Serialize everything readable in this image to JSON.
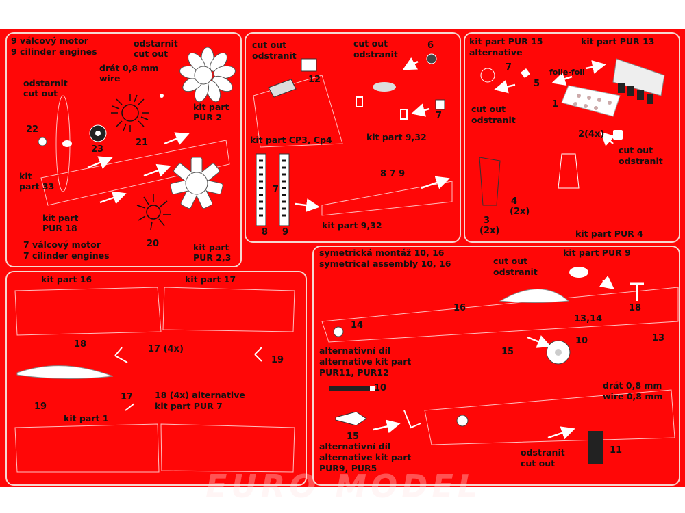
{
  "colors": {
    "sheet": "#ff0707",
    "ink": "#111111",
    "panel_border": "#f6d8d0",
    "part_fill": "#ffffff"
  },
  "panel1": {
    "engine9_cz": "9 válcový motor",
    "engine9_en": "9 cilinder engines",
    "cutout1_cz": "odstarnit",
    "cutout1_en": "cut out",
    "wire_cz": "drát 0,8 mm",
    "wire_en": "wire",
    "cutout2_cz": "odstarnit",
    "cutout2_en": "cut out",
    "kitpart_pur2_a": "kit part",
    "kitpart_pur2_b": "PUR 2",
    "n22": "22",
    "n23": "23",
    "n21": "21",
    "kitpart33_a": "kit",
    "kitpart33_b": "part 33",
    "kitpart_pur18_a": "kit part",
    "kitpart_pur18_b": "PUR 18",
    "engine7_cz": "7 válcový motor",
    "engine7_en": "7 cilinder engines",
    "n20": "20",
    "kitpart_pur23_a": "kit part",
    "kitpart_pur23_b": "PUR 2,3"
  },
  "panel2": {
    "cutout_a_en": "cut out",
    "cutout_a_cz": "odstranit",
    "n12": "12",
    "cutout_b_en": "cut out",
    "cutout_b_cz": "odstranit",
    "n6": "6",
    "n7": "7",
    "kitpart_cp": "kit part CP3, Cp4",
    "kitpart_932_top": "kit part 9,32",
    "n879": "8 7 9",
    "n7b": "7",
    "kitpart_932_bottom": "kit part 9,32",
    "n8": "8",
    "n9": "9"
  },
  "panel3": {
    "kitpart_pur15_a": "kit part PUR 15",
    "kitpart_pur15_b": "alternative",
    "kitpart_pur13": "kit part PUR 13",
    "n7": "7",
    "n5": "5",
    "foil": "folie-foil",
    "n1": "1",
    "cutout_a_en": "cut out",
    "cutout_a_cz": "odstranit",
    "n2": "2(4x)",
    "cutout_b_en": "cut out",
    "cutout_b_cz": "odstranit",
    "n4": "4",
    "n4b": "(2x)",
    "n3": "3",
    "n3b": "(2x)",
    "kitpart_pur4": "kit part PUR 4"
  },
  "panel4": {
    "kitpart16": "kit part 16",
    "kitpart17": "kit part 17",
    "n18": "18",
    "n17_4x": "17 (4x)",
    "n19a": "19",
    "n19b": "19",
    "n17": "17",
    "alt18_a": "18 (4x) alternative",
    "alt18_b": "kit part PUR 7",
    "kitpart1": "kit part 1"
  },
  "panel5": {
    "sym_cz": "symetrická montáž 10, 16",
    "sym_en": "symetrical assembly 10, 16",
    "cutout_top_en": "cut out",
    "cutout_top_cz": "odstranit",
    "kitpart_pur9": "kit part PUR 9",
    "n16": "16",
    "n14": "14",
    "n13_14": "13,14",
    "n18": "18",
    "n10": "10",
    "n13": "13",
    "n15a": "15",
    "alt1_cz": "alternativní díl",
    "alt1_en": "alternative kit part",
    "alt1_parts": "PUR11, PUR12",
    "n10b": "10",
    "n15b": "15",
    "wire_cz": "drát 0,8 mm",
    "wire_en": "wire 0,8 mm",
    "alt2_cz": "alternativní díl",
    "alt2_en": "alternative kit part",
    "alt2_parts": "PUR9, PUR5",
    "cutout_bot_cz": "odstranit",
    "cutout_bot_en": "cut out",
    "n11": "11"
  },
  "watermark": "EURO MODEL"
}
